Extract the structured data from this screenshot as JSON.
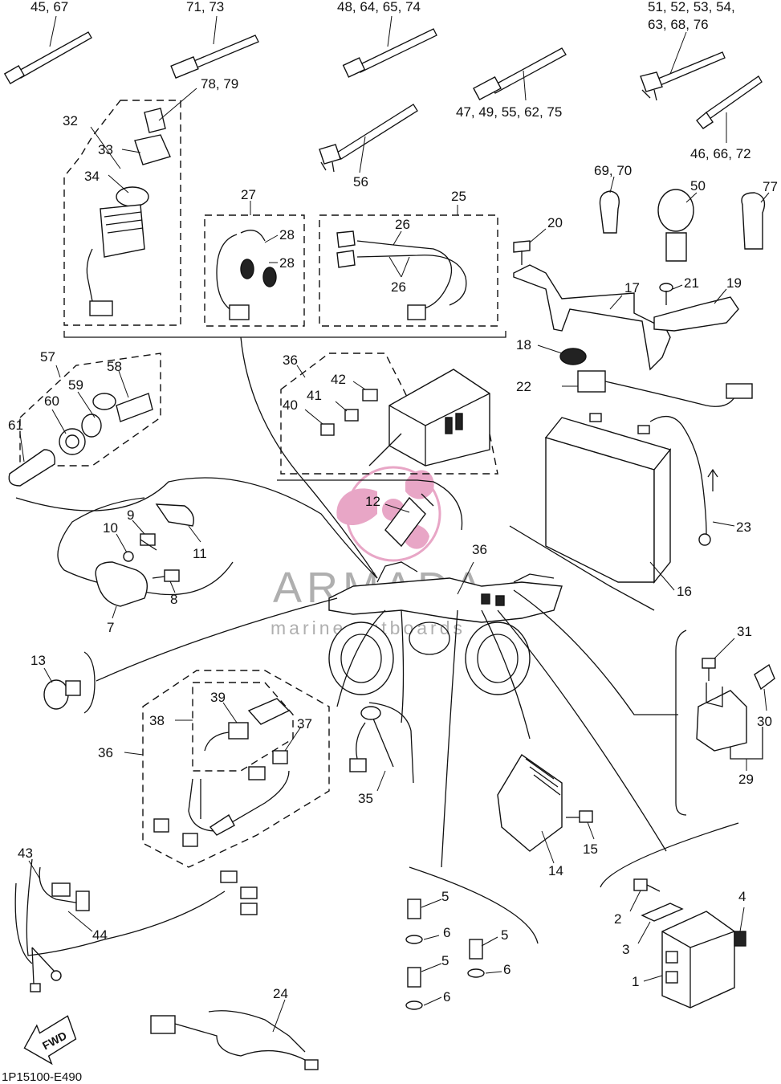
{
  "diagram": {
    "drawing_code": "1P15100-E490",
    "direction_arrow": "FWD",
    "watermark": {
      "brand": "ARMADA",
      "tagline": "marine outboards",
      "colors": {
        "logo": "#e8a6c6",
        "text": "#6e6e6e"
      }
    },
    "callouts": {
      "c_45_67": "45, 67",
      "c_71_73": "71, 73",
      "c_48_64_65_74": "48, 64, 65, 74",
      "c_51_52_53_54": "51, 52, 53, 54,",
      "c_63_68_76": "63, 68, 76",
      "c_47_49_55_62_75": "47, 49, 55, 62, 75",
      "c_46_66_72": "46, 66, 72",
      "c_78_79": "78, 79",
      "c_56": "56",
      "c_69_70": "69, 70",
      "c_50": "50",
      "c_77": "77",
      "c_32": "32",
      "c_33": "33",
      "c_34": "34",
      "c_27": "27",
      "c_28a": "28",
      "c_28b": "28",
      "c_25": "25",
      "c_26a": "26",
      "c_26b": "26",
      "c_20": "20",
      "c_17": "17",
      "c_21": "21",
      "c_19": "19",
      "c_18": "18",
      "c_22": "22",
      "c_23": "23",
      "c_16": "16",
      "c_57": "57",
      "c_58": "58",
      "c_59": "59",
      "c_60": "60",
      "c_61": "61",
      "c_36a": "36",
      "c_42": "42",
      "c_41": "41",
      "c_40": "40",
      "c_12": "12",
      "c_9": "9",
      "c_10": "10",
      "c_11": "11",
      "c_8": "8",
      "c_7": "7",
      "c_36b": "36",
      "c_13": "13",
      "c_31": "31",
      "c_30": "30",
      "c_29": "29",
      "c_39": "39",
      "c_38": "38",
      "c_37": "37",
      "c_36c": "36",
      "c_35": "35",
      "c_15": "15",
      "c_14": "14",
      "c_43": "43",
      "c_44": "44",
      "c_5a": "5",
      "c_6a": "6",
      "c_5b": "5",
      "c_5c": "5",
      "c_6b": "6",
      "c_6c": "6",
      "c_4": "4",
      "c_2": "2",
      "c_3": "3",
      "c_1": "1",
      "c_24": "24"
    }
  }
}
